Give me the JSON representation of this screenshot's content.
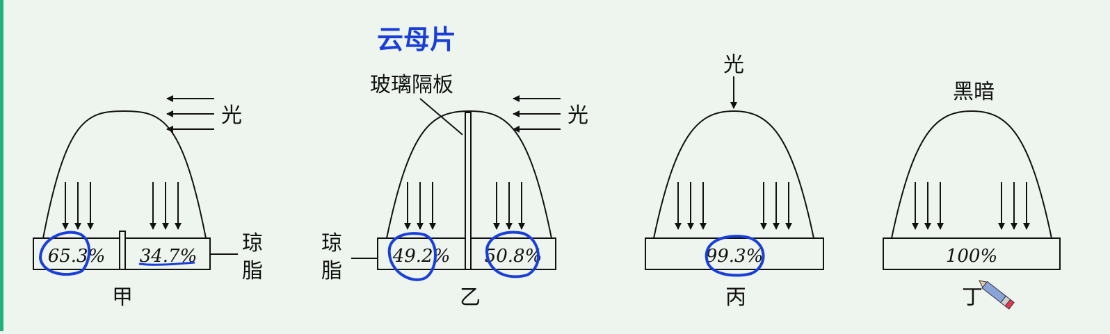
{
  "diagram": {
    "light_label": "光",
    "dark_label": "黑暗",
    "agar_label": "琼脂",
    "glass_label": "玻璃隔板",
    "handwritten_note": "云母片",
    "panels": [
      {
        "name": "甲",
        "left_pct": "65.3%",
        "right_pct": "34.7%"
      },
      {
        "name": "乙",
        "left_pct": "49.2%",
        "right_pct": "50.8%"
      },
      {
        "name": "丙",
        "pct": "99.3%"
      },
      {
        "name": "丁",
        "pct": "100%"
      }
    ]
  },
  "colors": {
    "background": "#eef5ee",
    "ink": "#111111",
    "annotation": "#1a3fd8",
    "left_bar": "#23b07a"
  },
  "icons": [
    "arrow-icon",
    "pencil-icon"
  ]
}
